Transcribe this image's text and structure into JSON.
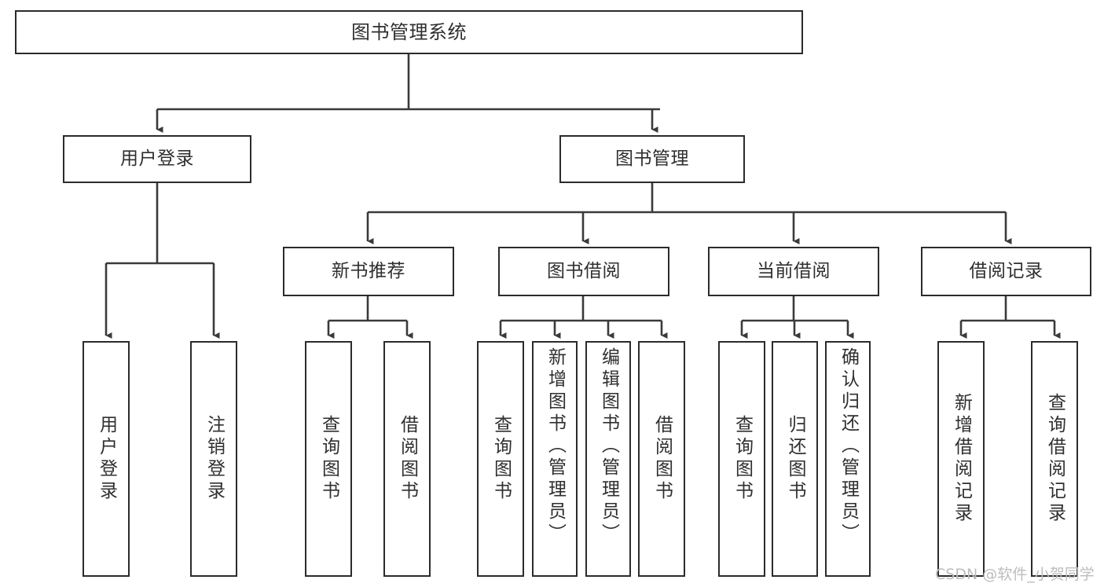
{
  "diagram": {
    "title": "图书管理系统",
    "type": "tree-hierarchy-diagram",
    "stroke_color": "#2b2b2b",
    "text_color": "#2f2f2f",
    "background_color": "#ffffff",
    "nodes": {
      "root": {
        "label": "图书管理系统"
      },
      "level2": [
        {
          "label": "用户登录"
        },
        {
          "label": "图书管理"
        }
      ],
      "level3": [
        {
          "label": "新书推荐"
        },
        {
          "label": "图书借阅"
        },
        {
          "label": "当前借阅"
        },
        {
          "label": "借阅记录"
        }
      ],
      "leaves_user_login": [
        {
          "label": "用户登录"
        },
        {
          "label": "注销登录"
        }
      ],
      "leaves_new_book": [
        {
          "label": "查询图书"
        },
        {
          "label": "借阅图书"
        }
      ],
      "leaves_borrow": [
        {
          "label": "查询图书"
        },
        {
          "label": "新增图书（管理员）"
        },
        {
          "label": "编辑图书（管理员）"
        },
        {
          "label": "借阅图书"
        }
      ],
      "leaves_current": [
        {
          "label": "查询图书"
        },
        {
          "label": "归还图书"
        },
        {
          "label": "确认归还（管理员）"
        }
      ],
      "leaves_record": [
        {
          "label": "新增借阅记录"
        },
        {
          "label": "查询借阅记录"
        }
      ]
    }
  },
  "watermark": {
    "text": "CSDN @软件_小贺同学",
    "color": "#bdbdbd"
  }
}
